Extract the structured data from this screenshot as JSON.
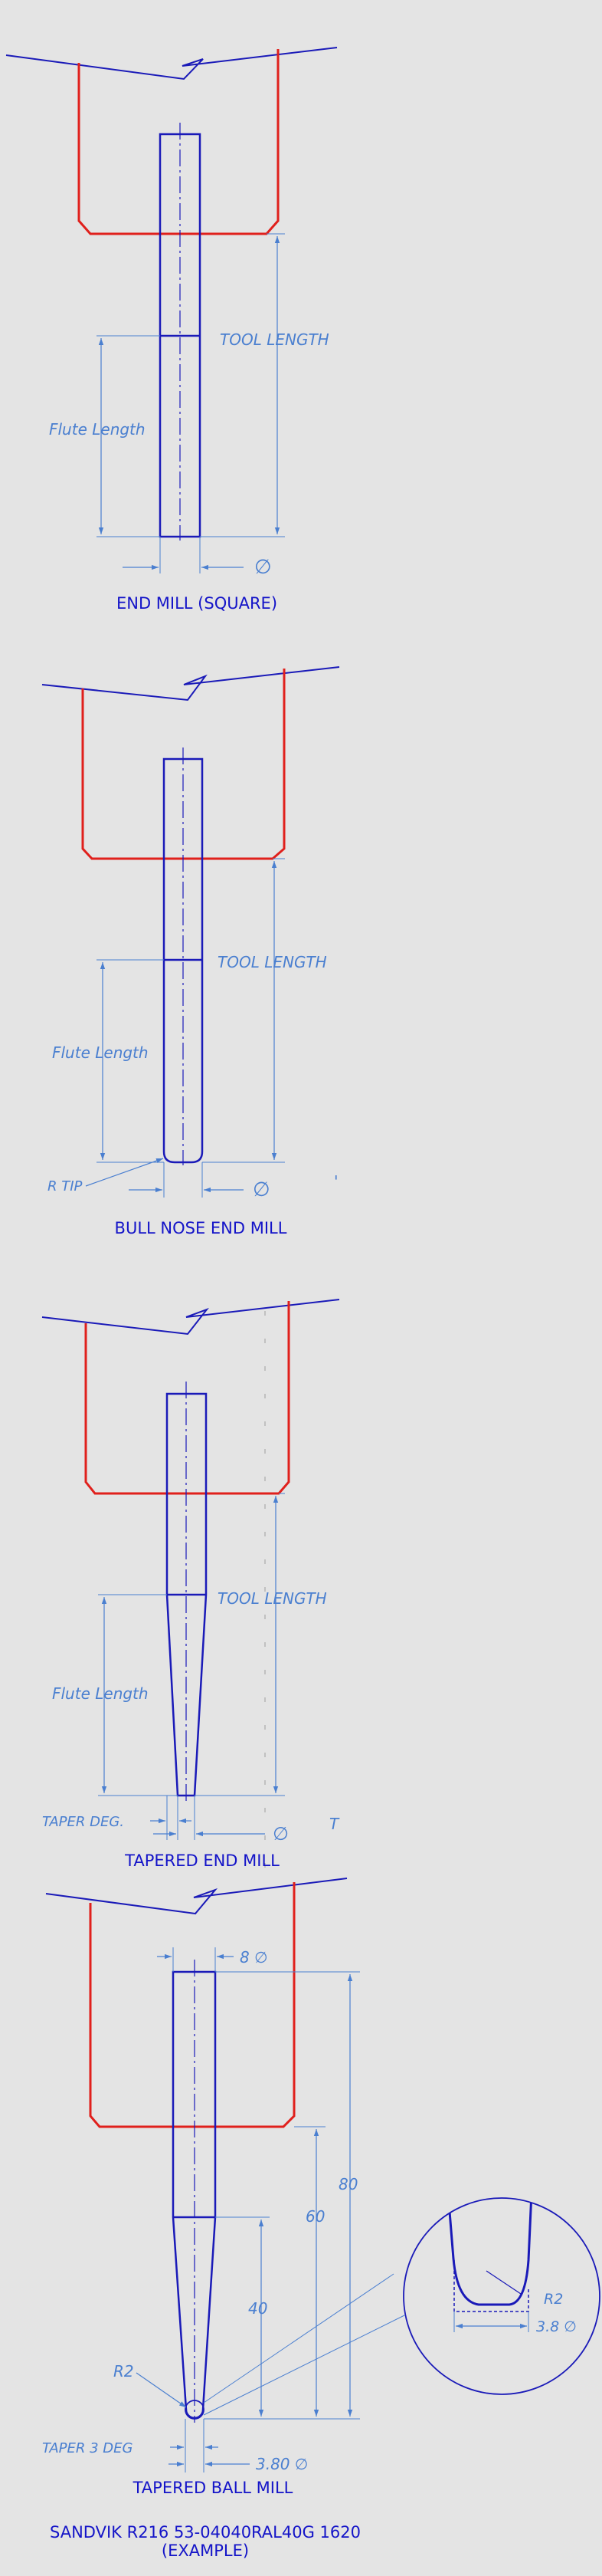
{
  "colors": {
    "background": "#e4e4e4",
    "tool_outline": "#1a1ab8",
    "holder": "#e0201c",
    "dimension": "#4a7fd0",
    "caption": "#1414c8"
  },
  "drawings": [
    {
      "id": "end-mill-square",
      "caption": "END MILL (SQUARE)",
      "tool_length_label": "TOOL LENGTH",
      "flute_length_label": "Flute Length",
      "diameter_symbol": "∅"
    },
    {
      "id": "bull-nose-end-mill",
      "caption": "BULL NOSE END MILL",
      "tool_length_label": "TOOL LENGTH",
      "flute_length_label": "Flute Length",
      "tip_label": "R TIP",
      "diameter_symbol": "∅",
      "stray_mark": "'"
    },
    {
      "id": "tapered-end-mill",
      "caption": "TAPERED END MILL",
      "tool_length_label": "TOOL LENGTH",
      "flute_length_label": "Flute Length",
      "taper_label": "TAPER DEG.",
      "diameter_symbol": "∅",
      "edge_mark": "T"
    },
    {
      "id": "tapered-ball-mill",
      "caption": "TAPERED BALL MILL",
      "shank_diameter_label": "8 ∅",
      "overall_length_label": "80",
      "shank_length_label": "60",
      "flute_length_label": "40",
      "ball_radius_label": "R2",
      "taper_label": "TAPER 3 DEG",
      "tip_diameter_label": "3.80 ∅",
      "detail_radius_label": "R2",
      "detail_diameter_label": "3.8 ∅"
    }
  ],
  "footer": {
    "line1": "SANDVIK R216 53-04040RAL40G 1620",
    "line2": "(EXAMPLE)"
  }
}
